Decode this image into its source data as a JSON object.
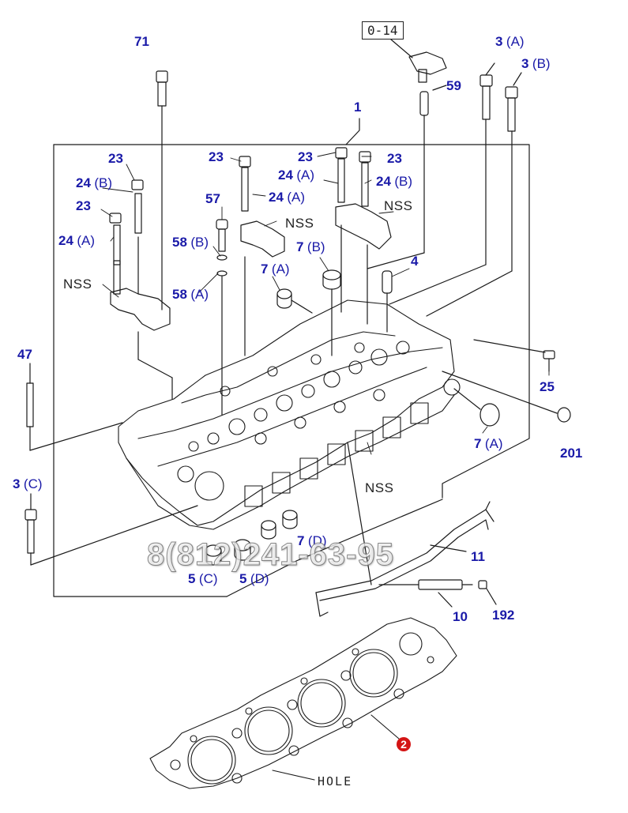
{
  "reference_box": "0-14",
  "hole_label": "HOLE",
  "watermark_phone": "8(812)241-63-95",
  "accent_color": "#1a1aa8",
  "highlight_color": "#d41414",
  "labels": {
    "l71": {
      "num": "71",
      "suf": ""
    },
    "l3a": {
      "num": "3",
      "suf": "(A)"
    },
    "l3b": {
      "num": "3",
      "suf": "(B)"
    },
    "l59": {
      "num": "59",
      "suf": ""
    },
    "l1": {
      "num": "1",
      "suf": ""
    },
    "l23a": {
      "num": "23",
      "suf": ""
    },
    "l23b": {
      "num": "23",
      "suf": ""
    },
    "l23c": {
      "num": "23",
      "suf": ""
    },
    "l23d": {
      "num": "23",
      "suf": ""
    },
    "l23e": {
      "num": "23",
      "suf": ""
    },
    "l24b1": {
      "num": "24",
      "suf": "(B)"
    },
    "l24a1": {
      "num": "24",
      "suf": "(A)"
    },
    "l24a2": {
      "num": "24",
      "suf": "(A)"
    },
    "l24a3": {
      "num": "24",
      "suf": "(A)"
    },
    "l24b2": {
      "num": "24",
      "suf": "(B)"
    },
    "l57": {
      "num": "57",
      "suf": ""
    },
    "l58b": {
      "num": "58",
      "suf": "(B)"
    },
    "l58a": {
      "num": "58",
      "suf": "(A)"
    },
    "l7b": {
      "num": "7",
      "suf": "(B)"
    },
    "l7a1": {
      "num": "7",
      "suf": "(A)"
    },
    "l4": {
      "num": "4",
      "suf": ""
    },
    "l47": {
      "num": "47",
      "suf": ""
    },
    "l25": {
      "num": "25",
      "suf": ""
    },
    "l7a2": {
      "num": "7",
      "suf": "(A)"
    },
    "l201": {
      "num": "201",
      "suf": ""
    },
    "l3c": {
      "num": "3",
      "suf": "(C)"
    },
    "l11": {
      "num": "11",
      "suf": ""
    },
    "l7d": {
      "num": "7",
      "suf": "(D)"
    },
    "l5c": {
      "num": "5",
      "suf": "(C)"
    },
    "l5d": {
      "num": "5",
      "suf": "(D)"
    },
    "l10": {
      "num": "10",
      "suf": ""
    },
    "l192": {
      "num": "192",
      "suf": ""
    },
    "l2": {
      "num": "2",
      "suf": ""
    }
  },
  "nss": {
    "n1": "NSS",
    "n2": "NSS",
    "n3": "NSS",
    "n4": "NSS"
  }
}
